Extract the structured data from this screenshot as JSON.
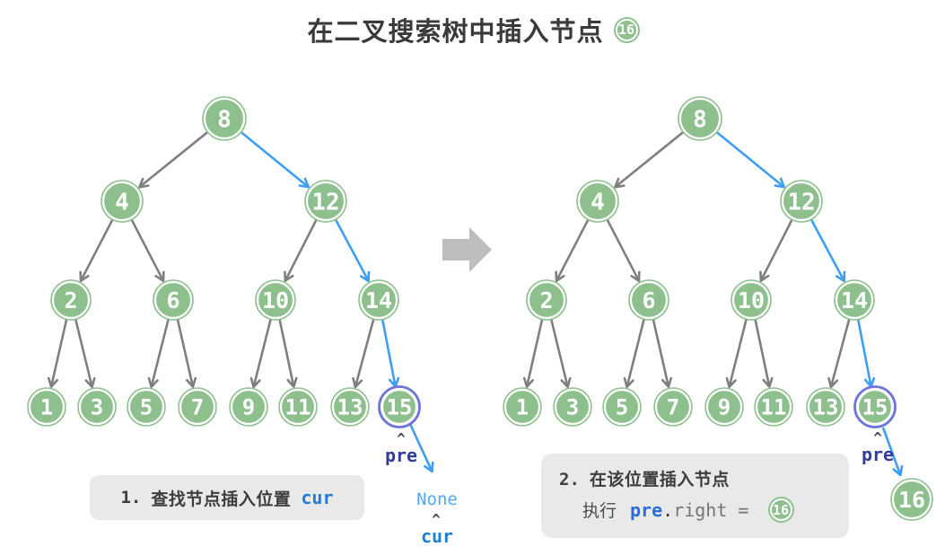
{
  "title": {
    "text": "在二叉搜索树中插入节点",
    "badge": "16"
  },
  "colors": {
    "node_fill": "#8ec08e",
    "node_text": "#ffffff",
    "edge_gray": "#7f7f7f",
    "edge_blue": "#3d9ef4",
    "highlight_ring": "#6e75d8",
    "pre_label_color": "#333c9c",
    "cur_label_color": "#1d7ed2",
    "none_color": "#4dabf7",
    "caret_color": "#4d4d4d",
    "caption_bg": "#e9e9e9",
    "caption_text": "#3d3d3d",
    "code_blue": "#2b6cd9",
    "code_gray": "#757575",
    "transform_arrow": "#bdbdbd"
  },
  "tree": {
    "levels": [
      [
        8
      ],
      [
        4,
        12
      ],
      [
        2,
        6,
        10,
        14
      ],
      [
        1,
        3,
        5,
        7,
        9,
        11,
        13,
        15
      ]
    ],
    "highlight_path": [
      8,
      12,
      14,
      15
    ],
    "highlight_node": 15
  },
  "left_diagram": {
    "caret": "^",
    "pre_label": "pre",
    "none_label": "None",
    "cur_label": "cur",
    "caption": {
      "number": "1.",
      "text": "查找节点插入位置",
      "code": "cur"
    }
  },
  "right_diagram": {
    "caret": "^",
    "pre_label": "pre",
    "new_node": "16",
    "caption": {
      "number": "2.",
      "line1": "在该位置插入节点",
      "exec_label": "执行",
      "code_var": "pre",
      "code_dot": ".",
      "code_rest": "right = ",
      "badge": "16"
    }
  }
}
